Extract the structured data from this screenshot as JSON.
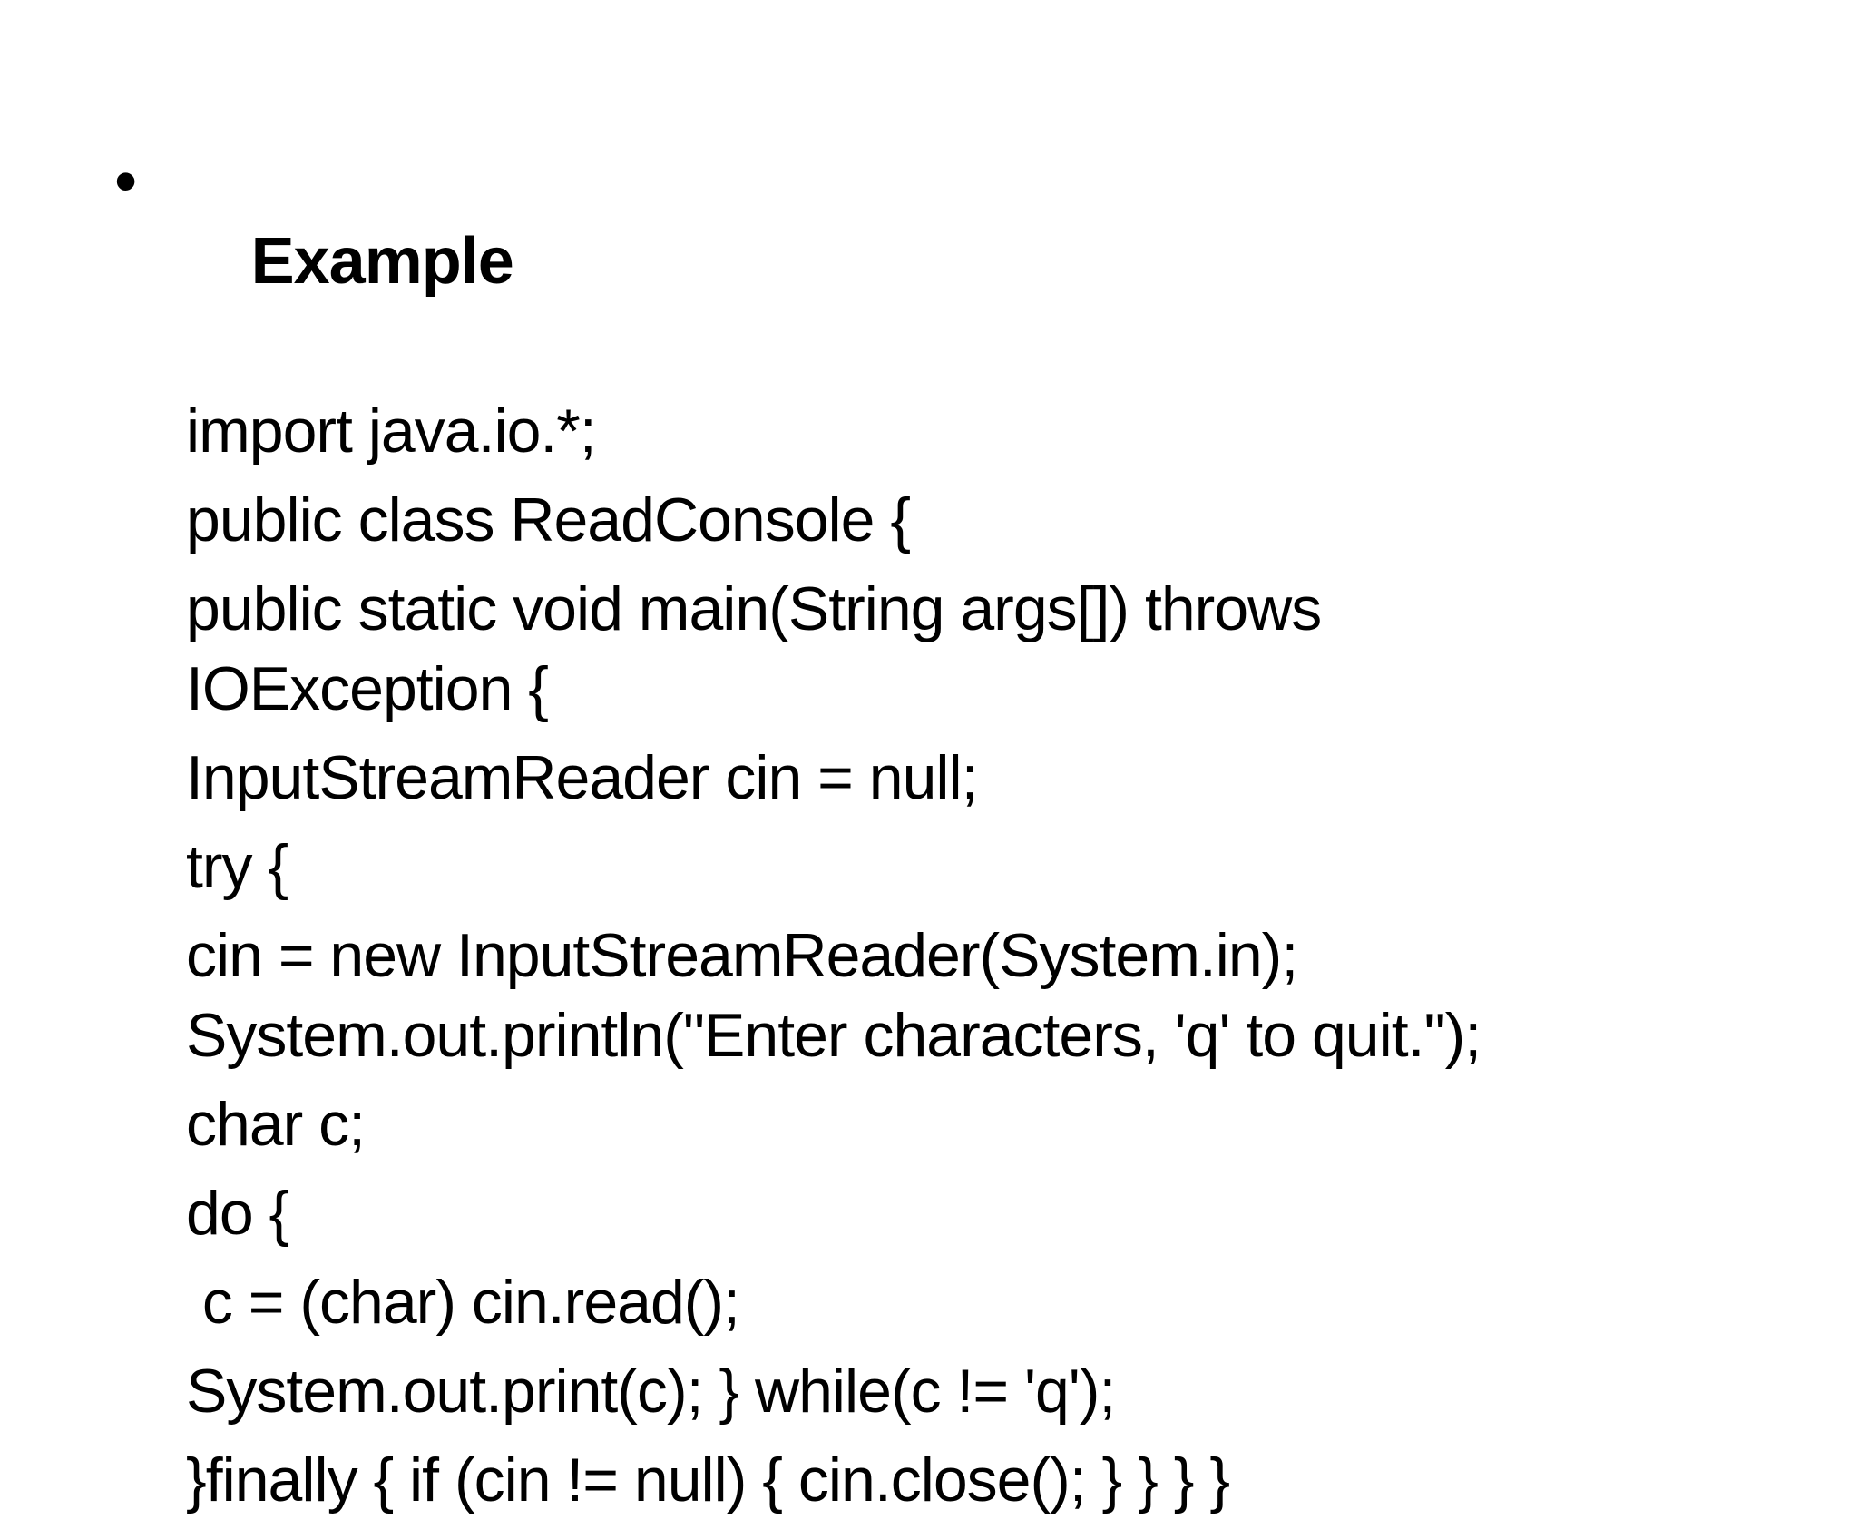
{
  "colors": {
    "background": "#ffffff",
    "text": "#000000"
  },
  "slide": {
    "bullet_glyph": "•",
    "heading": "Example",
    "code_lines": [
      {
        "text": "import java.io.*;"
      },
      {
        "text": "public class ReadConsole {"
      },
      {
        "text": "public static void main(String args[]) throws"
      },
      {
        "text": "IOException {"
      },
      {
        "text": "InputStreamReader cin = null;"
      },
      {
        "text": "try {"
      },
      {
        "text": "cin = new InputStreamReader(System.in);"
      },
      {
        "text": "System.out.println(\"Enter characters, 'q' to quit.\");"
      },
      {
        "text": "char c;"
      },
      {
        "text": "do {"
      },
      {
        "text": " c = (char) cin.read();"
      },
      {
        "text": "System.out.print(c); } while(c != 'q');"
      },
      {
        "text": "}finally { if (cin != null) { cin.close(); } } } }"
      }
    ]
  }
}
